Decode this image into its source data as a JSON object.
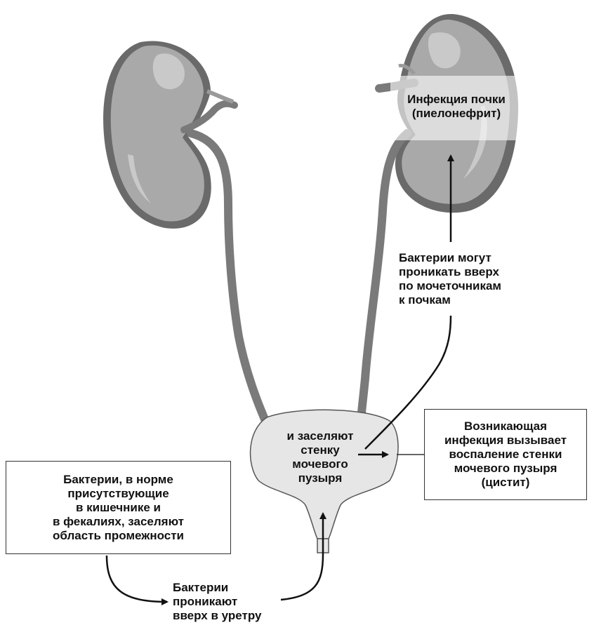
{
  "labels": {
    "kidney_infection": [
      "Инфекция почки",
      "(пиелонефрит)"
    ],
    "bacteria_up_ureters": [
      "Бактерии могут",
      "проникать вверх",
      "по мочеточникам",
      "к почкам"
    ],
    "colonize_bladder": [
      "и заселяют",
      "стенку",
      "мочевого",
      "пузыря"
    ],
    "cystitis_box": [
      "Возникающая",
      "инфекция вызывает",
      "воспаление стенки",
      "мочевого пузыря",
      "(цистит)"
    ],
    "perineum_box": [
      "Бактерии, в норме",
      "присутствующие",
      "в кишечнике и",
      "в фекалиях, заселяют",
      "область промежности"
    ],
    "urethra_entry": [
      "Бактерии",
      "проникают",
      "вверх в уретру"
    ]
  },
  "colors": {
    "organ_fill": "#a9a9a9",
    "organ_shadow": "#6a6a6a",
    "organ_highlight": "#c9c9c9",
    "ureter": "#7a7a7a",
    "bladder_fill": "#e6e6e6",
    "arrow": "#111111",
    "box_border": "#333333"
  }
}
